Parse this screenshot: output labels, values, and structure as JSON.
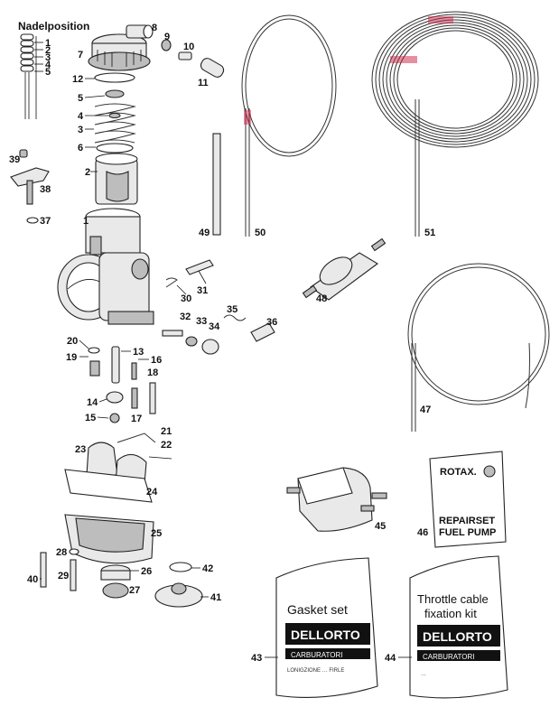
{
  "diagram": {
    "needle_position_title": "Nadelposition",
    "needle_positions": [
      "1",
      "2",
      "3",
      "4",
      "5"
    ],
    "callouts": [
      "1",
      "2",
      "3",
      "4",
      "5",
      "6",
      "7",
      "8",
      "9",
      "10",
      "11",
      "12",
      "13",
      "14",
      "15",
      "16",
      "17",
      "18",
      "19",
      "20",
      "21",
      "22",
      "23",
      "24",
      "25",
      "26",
      "27",
      "28",
      "29",
      "30",
      "31",
      "32",
      "33",
      "34",
      "35",
      "36",
      "37",
      "38",
      "39",
      "40",
      "41",
      "42",
      "43",
      "44",
      "45",
      "46",
      "47",
      "48",
      "49",
      "50",
      "51"
    ],
    "repair_kit": {
      "brand": "ROTAX.",
      "line1": "REPAIRSET",
      "line2": "FUEL PUMP"
    },
    "gasket_bag": {
      "title": "Gasket set",
      "brand": "DELLORTO",
      "sub": "CARBURATORI",
      "foot": "LONIGZIONE  …  FIRLE"
    },
    "cable_bag": {
      "title_line1": "Throttle cable",
      "title_line2": "fixation kit",
      "brand": "DELLORTO",
      "sub": "CARBURATORI",
      "foot": "…"
    },
    "colors": {
      "ink": "#111111",
      "part_fill": "#e9e9e9",
      "cable_marking": "#cc2244"
    }
  }
}
